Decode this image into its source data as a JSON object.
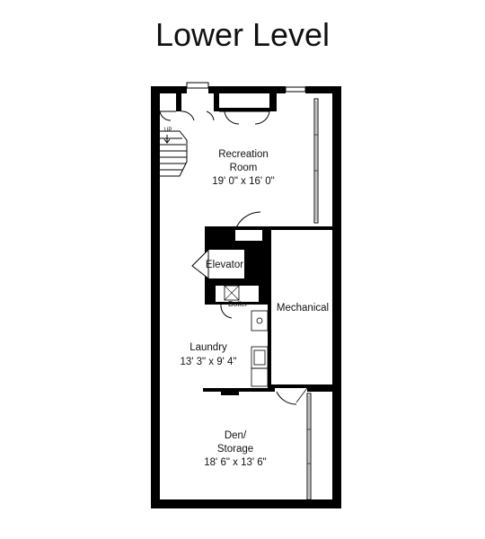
{
  "title": "Lower Level",
  "rooms": {
    "recreation": {
      "name_line1": "Recreation",
      "name_line2": "Room",
      "dims": "19' 0\" x 16' 0\""
    },
    "elevator": {
      "name": "Elevator"
    },
    "boiler": {
      "name": "Boiler"
    },
    "mechanical": {
      "name": "Mechanical"
    },
    "laundry": {
      "name": "Laundry",
      "dims": "13' 3\" x 9' 4\""
    },
    "den": {
      "name_line1": "Den/",
      "name_line2": "Storage",
      "dims": "18' 6\" x 13' 6\""
    }
  },
  "stairs": {
    "label": "UP"
  }
}
